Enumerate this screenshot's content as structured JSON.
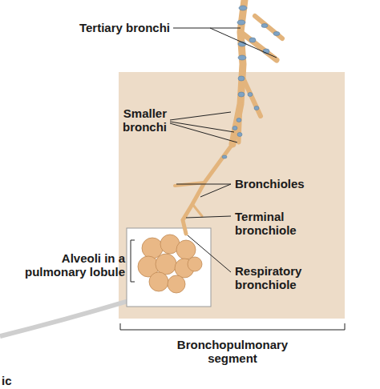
{
  "diagram": {
    "labels": [
      "Tertiary bronchi",
      "Smaller bronchi",
      "Bronchioles",
      "Terminal bronchiole",
      "Alveoli in a pulmonary lobule",
      "Respiratory bronchiole",
      "Bronchopulmonary segment",
      "ic"
    ]
  }
}
